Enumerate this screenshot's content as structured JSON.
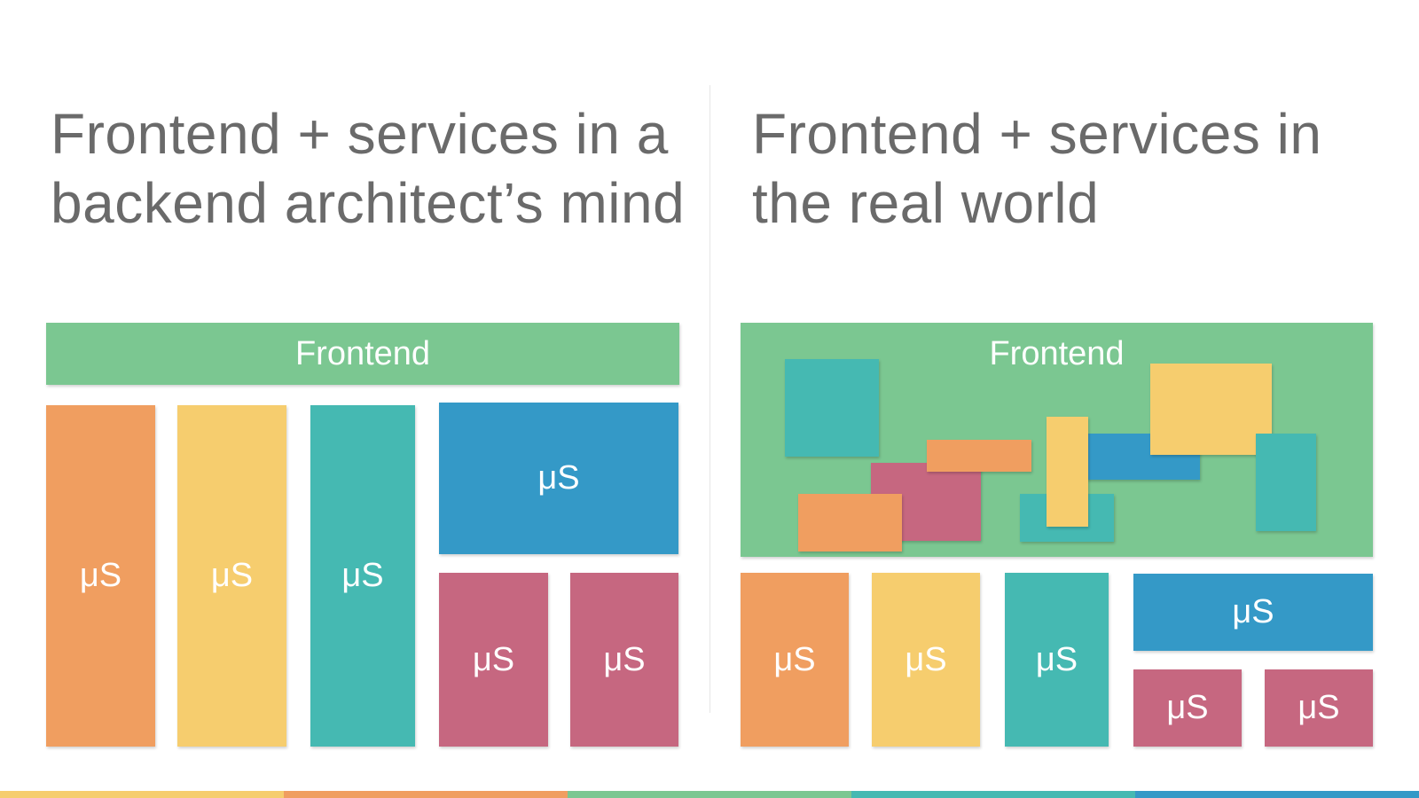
{
  "left": {
    "title": "Frontend + services in a backend architect’s mind",
    "frontend_label": "Frontend",
    "services": [
      "μS",
      "μS",
      "μS",
      "μS",
      "μS",
      "μS"
    ]
  },
  "right": {
    "title": "Frontend + services in the real world",
    "frontend_label": "Frontend",
    "services": [
      "μS",
      "μS",
      "μS",
      "μS",
      "μS",
      "μS"
    ]
  },
  "colors": {
    "green": "#7bc791",
    "orange": "#f09e60",
    "yellow": "#f6cd6e",
    "teal": "#45b9b2",
    "blue": "#3499c7",
    "pink": "#c66780",
    "title_text": "#6a6a6a"
  }
}
